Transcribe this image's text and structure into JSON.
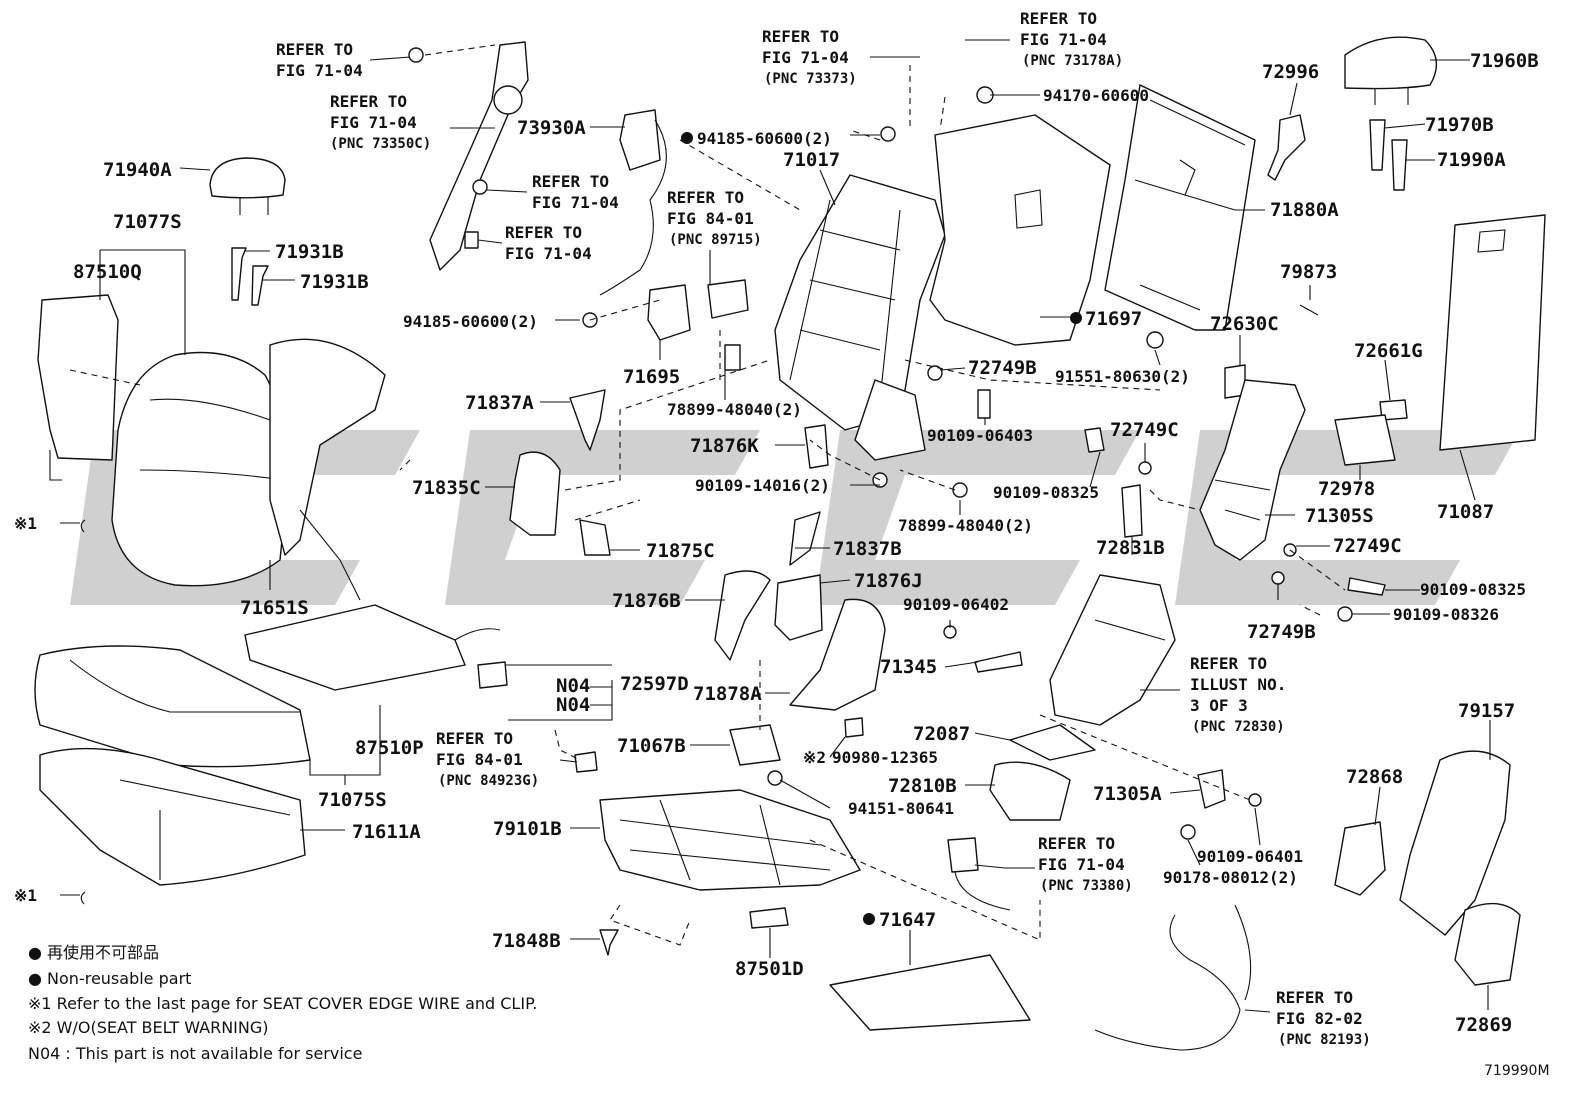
{
  "diagram": {
    "ref_code": "719990M",
    "watermark": "CCCC",
    "part_numbers": {
      "p71940A": "71940A",
      "p71077S": "71077S",
      "p87510Q": "87510Q",
      "p71931B_a": "71931B",
      "p71931B_b": "71931B",
      "p71651S": "71651S",
      "p87510P": "87510P",
      "p71075S": "71075S",
      "p71611A": "71611A",
      "p73930A": "73930A",
      "p71017": "71017",
      "p94185_a": "94185-60600(2)",
      "p94185_b": "94185-60600(2)",
      "p94170": "94170-60600",
      "p71695": "71695",
      "p78899_a": "78899-48040(2)",
      "p71837A": "71837A",
      "p71876K": "71876K",
      "p90109_14016": "90109-14016(2)",
      "p71835C": "71835C",
      "p71875C": "71875C",
      "p71837B": "71837B",
      "p71876B": "71876B",
      "p71876J": "71876J",
      "p71697": "71697",
      "p72749B_a": "72749B",
      "p90109_06403": "90109-06403",
      "p78899_b": "78899-48040(2)",
      "p90109_06402": "90109-06402",
      "p71345": "71345",
      "p71878A": "71878A",
      "p72597D": "72597D",
      "pN04_a": "N04",
      "pN04_b": "N04",
      "p71067B": "71067B",
      "p90980": "90980-12365",
      "p72087": "72087",
      "p72810B": "72810B",
      "p94151": "94151-80641",
      "p79101B": "79101B",
      "p71305A": "71305A",
      "p90109_06401": "90109-06401",
      "p90178": "90178-08012(2)",
      "p71848B": "71848B",
      "p87501D": "87501D",
      "p71647": "71647",
      "p72996": "72996",
      "p71960B": "71960B",
      "p71970B": "71970B",
      "p71990A": "71990A",
      "p71880A": "71880A",
      "p79873": "79873",
      "p72630C": "72630C",
      "p91551": "91551-80630(2)",
      "p72661G": "72661G",
      "p72749C_a": "72749C",
      "p90109_08325_a": "90109-08325",
      "p72978": "72978",
      "p71087": "71087",
      "p71305S": "71305S",
      "p72831B": "72831B",
      "p72749C_b": "72749C",
      "p90109_08325_b": "90109-08325",
      "p72749B_b": "72749B",
      "p90109_08326": "90109-08326",
      "p79157": "79157",
      "p72868": "72868",
      "p72869": "72869",
      "x1_a": "※1",
      "x1_b": "※1",
      "x2": "※2"
    },
    "refs": {
      "r1": [
        "REFER TO",
        "FIG 71-04"
      ],
      "r2": [
        "REFER TO",
        "FIG 71-04",
        "(PNC 73350C)"
      ],
      "r3": [
        "REFER TO",
        "FIG 71-04"
      ],
      "r4": [
        "REFER TO",
        "FIG 71-04"
      ],
      "r5": [
        "REFER TO",
        "FIG 71-04",
        "(PNC 73373)"
      ],
      "r6": [
        "REFER TO",
        "FIG 71-04",
        "(PNC 73178A)"
      ],
      "r7": [
        "REFER TO",
        "FIG 84-01",
        "(PNC 89715)"
      ],
      "r8": [
        "REFER TO",
        "FIG 84-01",
        "(PNC 84923G)"
      ],
      "r9": [
        "REFER TO",
        "ILLUST NO.",
        "3 OF 3",
        "(PNC 72830)"
      ],
      "r10": [
        "REFER TO",
        "FIG 71-04",
        "(PNC 73380)"
      ],
      "r11": [
        "REFER TO",
        "FIG 82-02",
        "(PNC 82193)"
      ]
    },
    "legend": {
      "l1": "● 再使用不可部品",
      "l2": "● Non-reusable part",
      "l3": "※1  Refer to the last page for SEAT COVER EDGE WIRE and CLIP.",
      "l4": "※2  W/O(SEAT BELT WARNING)",
      "l5": "N04 : This part is not available for service"
    }
  }
}
